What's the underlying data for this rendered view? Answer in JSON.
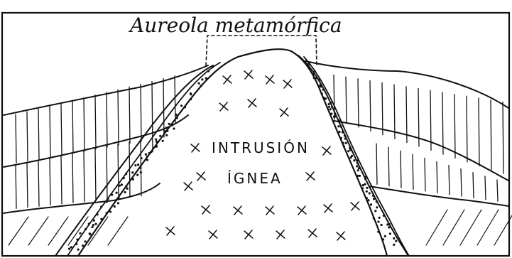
{
  "diagram": {
    "title_label": "Aureola metamórfica",
    "intrusion_label_line1": "INTRUSIÓN",
    "intrusion_label_line2": "ÍGNEA",
    "ink_color": "#111111",
    "paper_color": "#ffffff"
  }
}
